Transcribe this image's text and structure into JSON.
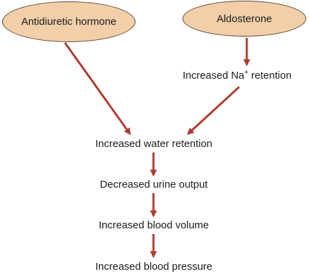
{
  "diagram": {
    "nodes": {
      "adh": "Antidiuretic hormone",
      "aldosterone": "Aldosterone",
      "na_prefix": "Increased Na",
      "na_sup": "+",
      "na_suffix": " retention",
      "water": "Increased water retention",
      "urine": "Decreased urine output",
      "volume": "Increased blood volume",
      "pressure": "Increased blood pressure"
    },
    "colors": {
      "oval_fill": "#f2cfa9",
      "arrow": "#b03a2e"
    },
    "edges": [
      {
        "from": "Antidiuretic hormone",
        "to": "Increased water retention"
      },
      {
        "from": "Aldosterone",
        "to": "Increased Na+ retention"
      },
      {
        "from": "Increased Na+ retention",
        "to": "Increased water retention"
      },
      {
        "from": "Increased water retention",
        "to": "Decreased urine output"
      },
      {
        "from": "Decreased urine output",
        "to": "Increased blood volume"
      },
      {
        "from": "Increased blood volume",
        "to": "Increased blood pressure"
      }
    ]
  }
}
